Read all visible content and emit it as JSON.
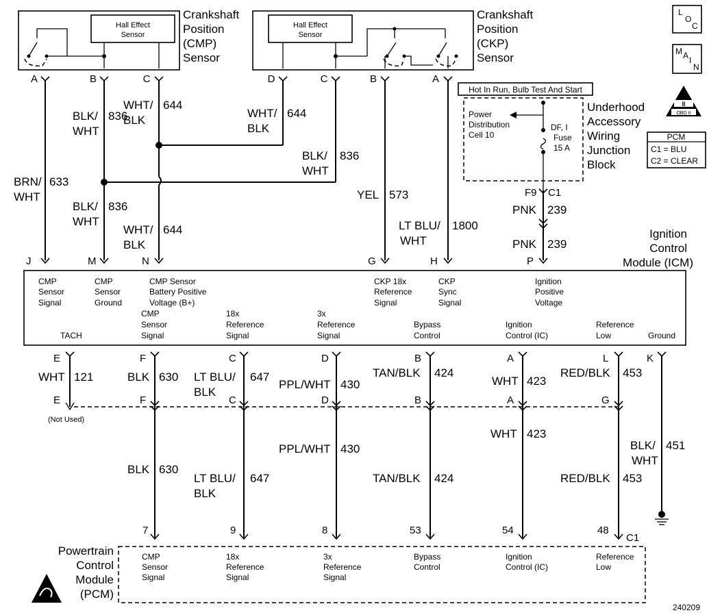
{
  "cmp_sensor": {
    "title_lines": [
      "Crankshaft",
      "Position",
      "(CMP)",
      "Sensor"
    ],
    "hall_lines": [
      "Hall Effect",
      "Sensor"
    ],
    "pins": [
      "A",
      "B",
      "C"
    ]
  },
  "ckp_sensor": {
    "title_lines": [
      "Crankshaft",
      "Position",
      "(CKP)",
      "Sensor"
    ],
    "hall_lines": [
      "Hall Effect",
      "Sensor"
    ],
    "pins": [
      "D",
      "C",
      "B",
      "A"
    ]
  },
  "badges": {
    "loc": [
      "L",
      "O",
      "C"
    ],
    "main": [
      "M",
      "A",
      "I",
      "N"
    ],
    "obd": [
      "II",
      "OBD II"
    ]
  },
  "pcm_connector_key": {
    "title": "PCM",
    "lines": [
      "C1 = BLU",
      "C2 = CLEAR"
    ]
  },
  "fuse_block": {
    "header": "Hot In Run, Bulb Test And Start",
    "power_lines": [
      "Power",
      "Distribution",
      "Cell 10"
    ],
    "fuse_lines": [
      "DF, I",
      "Fuse",
      "15 A"
    ],
    "title_lines": [
      "Underhood",
      "Accessory",
      "Wiring",
      "Junction",
      "Block"
    ],
    "connector_left": "F9",
    "connector_right": "C1"
  },
  "upper_wires": {
    "w633": [
      "BRN/",
      "WHT",
      "633"
    ],
    "w836_cmp": [
      "BLK/",
      "WHT",
      "836"
    ],
    "w644_cmp": [
      "WHT/",
      "BLK",
      "644"
    ],
    "w644_ckp": [
      "WHT/",
      "BLK",
      "644"
    ],
    "w836_ckp": [
      "BLK/",
      "WHT",
      "836"
    ],
    "w836_low": [
      "BLK/",
      "WHT",
      "836"
    ],
    "w644_low": [
      "WHT/",
      "BLK",
      "644"
    ],
    "w573": [
      "YEL",
      "573"
    ],
    "w1800": [
      "LT BLU/",
      "WHT",
      "1800"
    ],
    "w239_top": [
      "PNK",
      "239"
    ],
    "w239_bot": [
      "PNK",
      "239"
    ]
  },
  "icm": {
    "title_lines": [
      "Ignition",
      "Control",
      "Module (ICM)"
    ],
    "top_pins": [
      "J",
      "M",
      "N",
      "G",
      "H",
      "P"
    ],
    "top_labels": [
      [
        "CMP",
        "Sensor",
        "Signal"
      ],
      [
        "CMP",
        "Sensor",
        "Ground"
      ],
      [
        "CMP Sensor",
        "Battery Positive",
        "Voltage (B+)"
      ],
      [
        "CKP 18x",
        "Reference",
        "Signal"
      ],
      [
        "CKP",
        "Sync",
        "Signal"
      ],
      [
        "Ignition",
        "Positive",
        "Voltage"
      ]
    ],
    "bottom_labels": [
      [
        "TACH"
      ],
      [
        "CMP",
        "Sensor",
        "Signal"
      ],
      [
        "18x",
        "Reference",
        "Signal"
      ],
      [
        "3x",
        "Reference",
        "Signal"
      ],
      [
        "Bypass",
        "Control"
      ],
      [
        "Ignition",
        "Control (IC)"
      ],
      [
        "Reference",
        "Low"
      ],
      [
        "Ground"
      ]
    ],
    "bottom_pins": [
      "E",
      "F",
      "C",
      "D",
      "B",
      "A",
      "L",
      "K"
    ]
  },
  "lower_wires": {
    "upper": [
      [
        "WHT",
        "121"
      ],
      [
        "BLK",
        "630"
      ],
      [
        "LT BLU/",
        "BLK",
        "647"
      ],
      [
        "PPL/WHT",
        "430"
      ],
      [
        "TAN/BLK",
        "424"
      ],
      [
        "WHT",
        "423"
      ],
      [
        "RED/BLK",
        "453"
      ]
    ],
    "mid_pins": [
      "E",
      "F",
      "C",
      "D",
      "B",
      "A",
      "G"
    ],
    "not_used": "(Not Used)",
    "lower": [
      [
        "BLK",
        "630"
      ],
      [
        "LT BLU/",
        "BLK",
        "647"
      ],
      [
        "PPL/WHT",
        "430"
      ],
      [
        "TAN/BLK",
        "424"
      ],
      [
        "WHT",
        "423"
      ],
      [
        "RED/BLK",
        "453"
      ]
    ],
    "ground_wire": [
      "BLK/",
      "WHT",
      "451"
    ]
  },
  "pcm": {
    "title_lines": [
      "Powertrain",
      "Control",
      "Module",
      "(PCM)"
    ],
    "pins": [
      "7",
      "9",
      "8",
      "53",
      "54",
      "48"
    ],
    "connector": "C1",
    "labels": [
      [
        "CMP",
        "Sensor",
        "Signal"
      ],
      [
        "18x",
        "Reference",
        "Signal"
      ],
      [
        "3x",
        "Reference",
        "Signal"
      ],
      [
        "Bypass",
        "Control"
      ],
      [
        "Ignition",
        "Control (IC)"
      ],
      [
        "Reference",
        "Low"
      ]
    ]
  },
  "figure_number": "240209"
}
